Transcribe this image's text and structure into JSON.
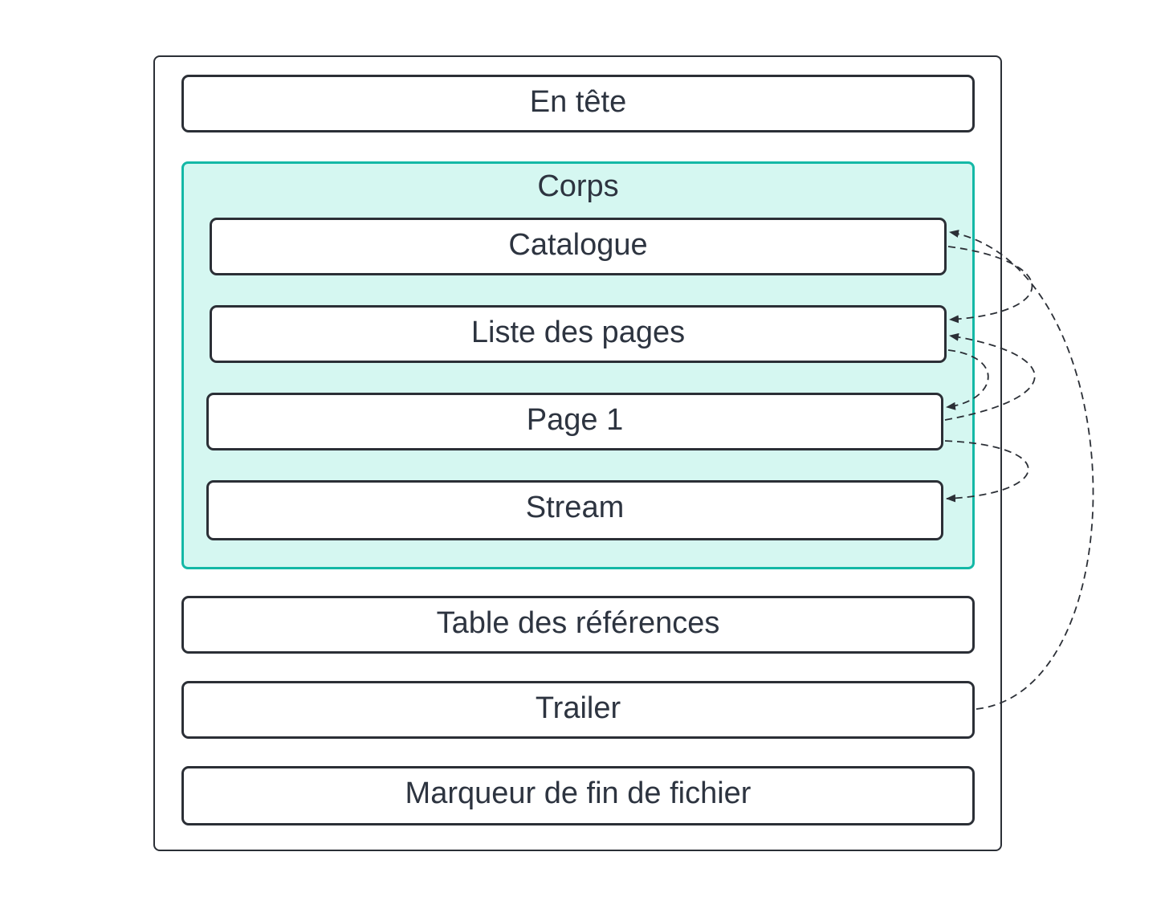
{
  "diagram": {
    "header_label": "En tête",
    "body": {
      "title": "Corps",
      "catalog_label": "Catalogue",
      "pages_list_label": "Liste des pages",
      "page1_label": "Page 1",
      "stream_label": "Stream"
    },
    "xref_label": "Table des références",
    "trailer_label": "Trailer",
    "eof_label": "Marqueur de fin de fichier"
  },
  "colors": {
    "border": "#2b2f36",
    "body_border": "#14b8a6",
    "body_fill": "#d5f7f1",
    "text": "#2d3440"
  },
  "references": [
    {
      "from": "Trailer",
      "to": "Catalogue"
    },
    {
      "from": "Catalogue",
      "to": "Liste des pages"
    },
    {
      "from": "Liste des pages",
      "to": "Page 1"
    },
    {
      "from": "Page 1",
      "to": "Liste des pages"
    },
    {
      "from": "Page 1",
      "to": "Stream"
    }
  ]
}
